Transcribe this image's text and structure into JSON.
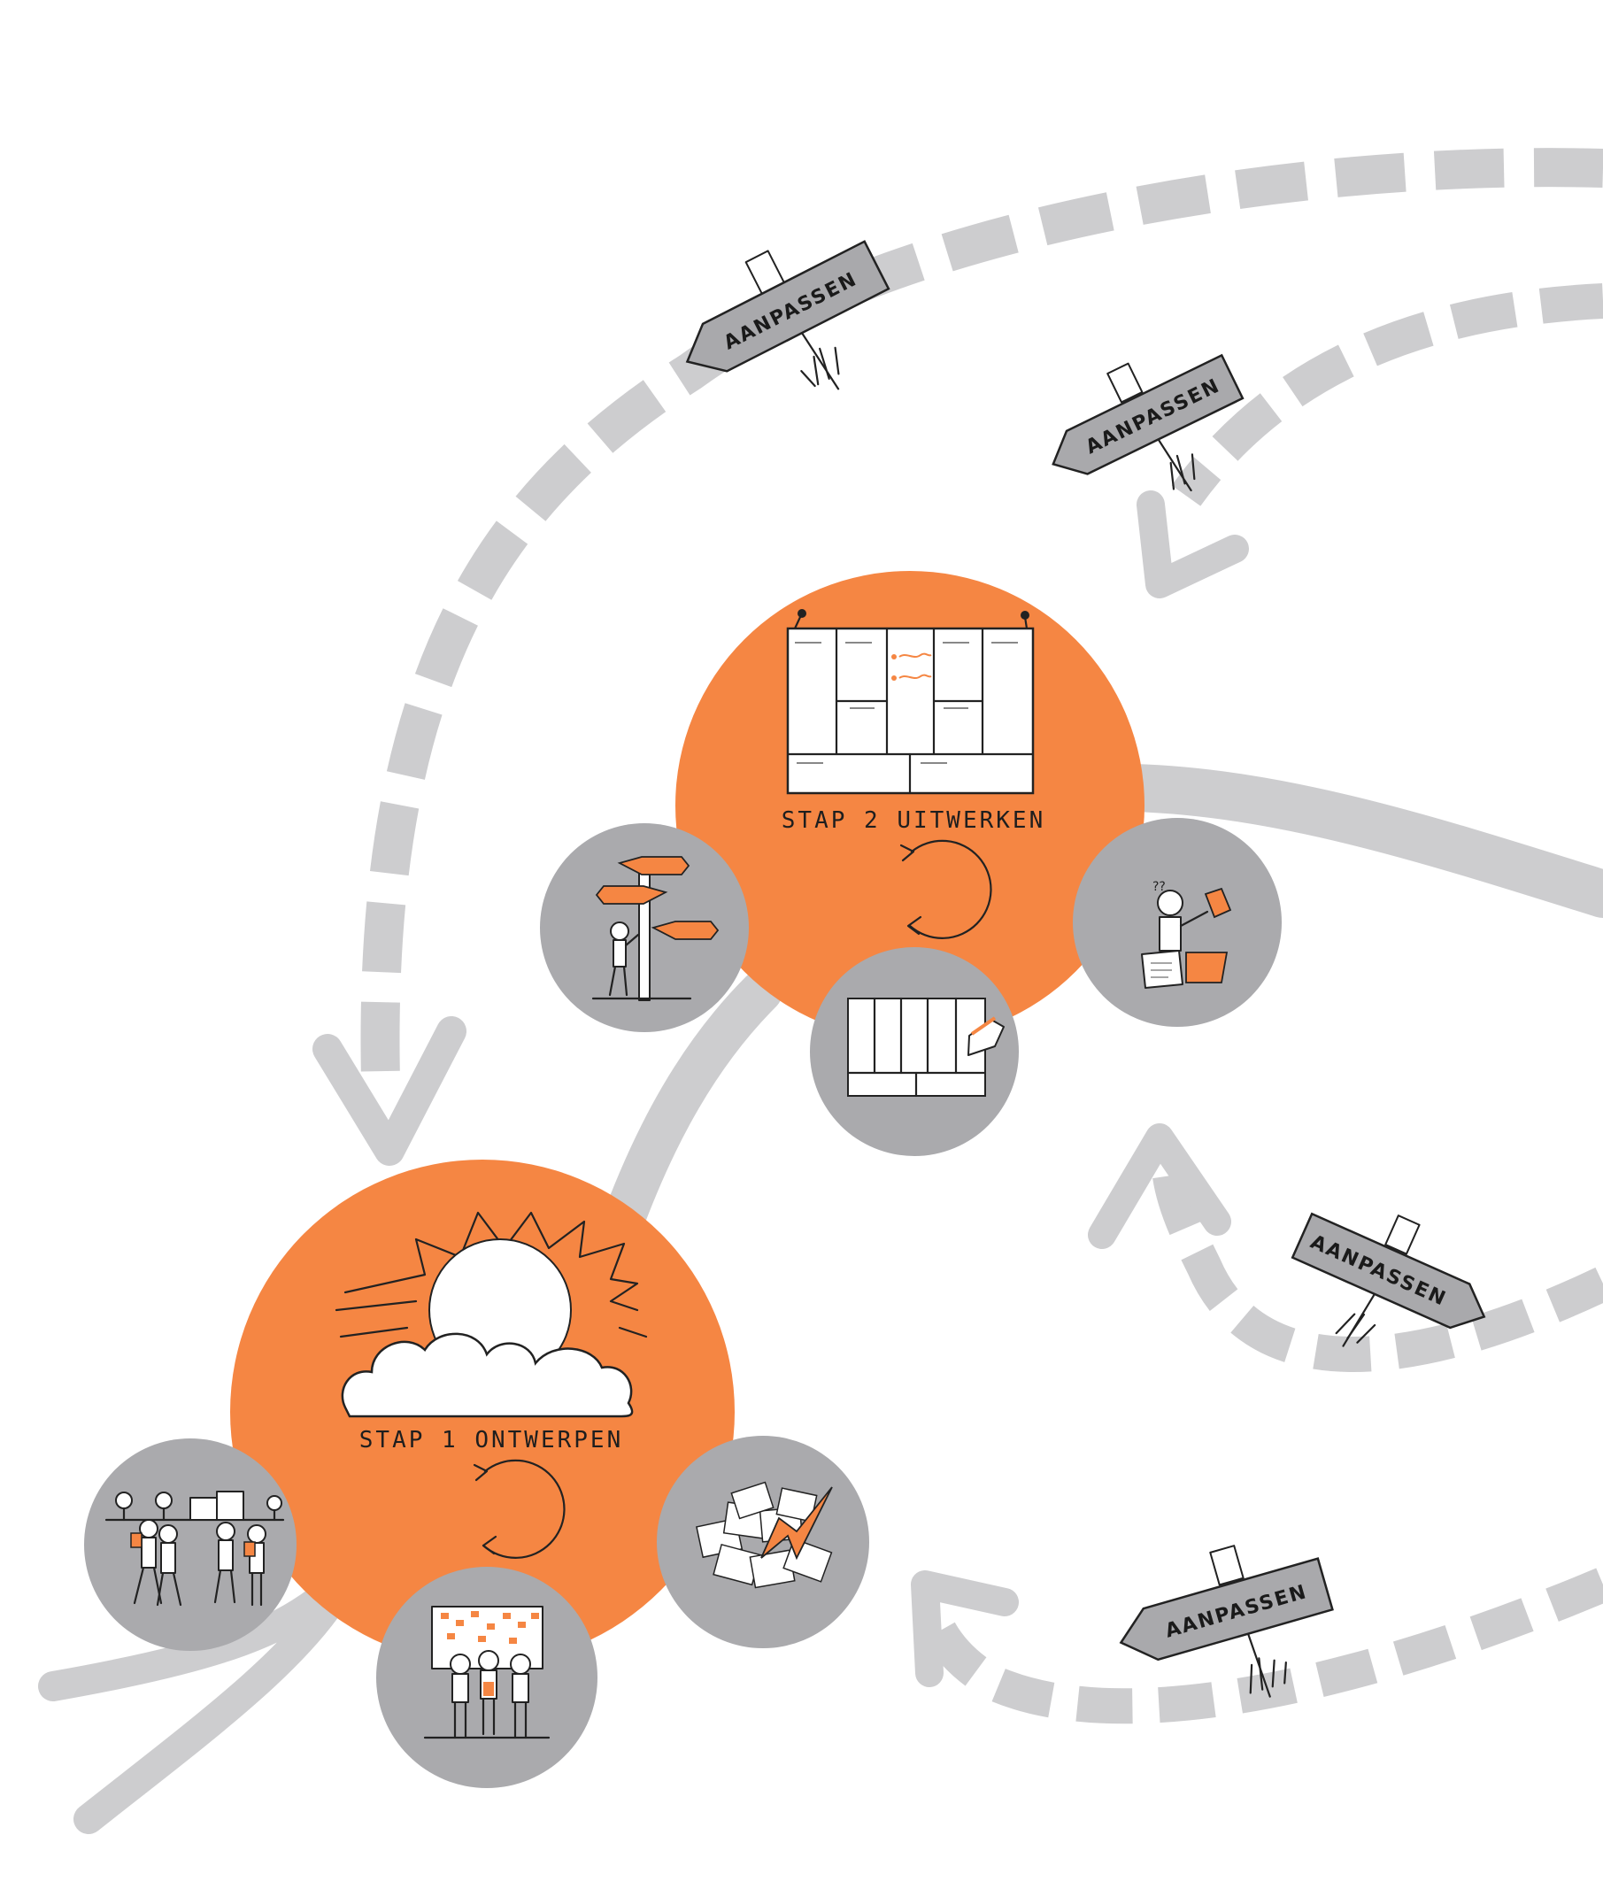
{
  "step1": {
    "label": "STAP 1 ONTWERPEN"
  },
  "step2": {
    "label": "STAP 2 UITWERKEN"
  },
  "signs": [
    {
      "text": "AANPASSEN"
    },
    {
      "text": "AANPASSEN"
    },
    {
      "text": "AANPASSEN"
    },
    {
      "text": "AANPASSEN"
    }
  ],
  "colors": {
    "orange": "#F58643",
    "grey_circle": "#AAAAAD",
    "path_grey": "#CDCDCF",
    "ink": "#222222"
  }
}
